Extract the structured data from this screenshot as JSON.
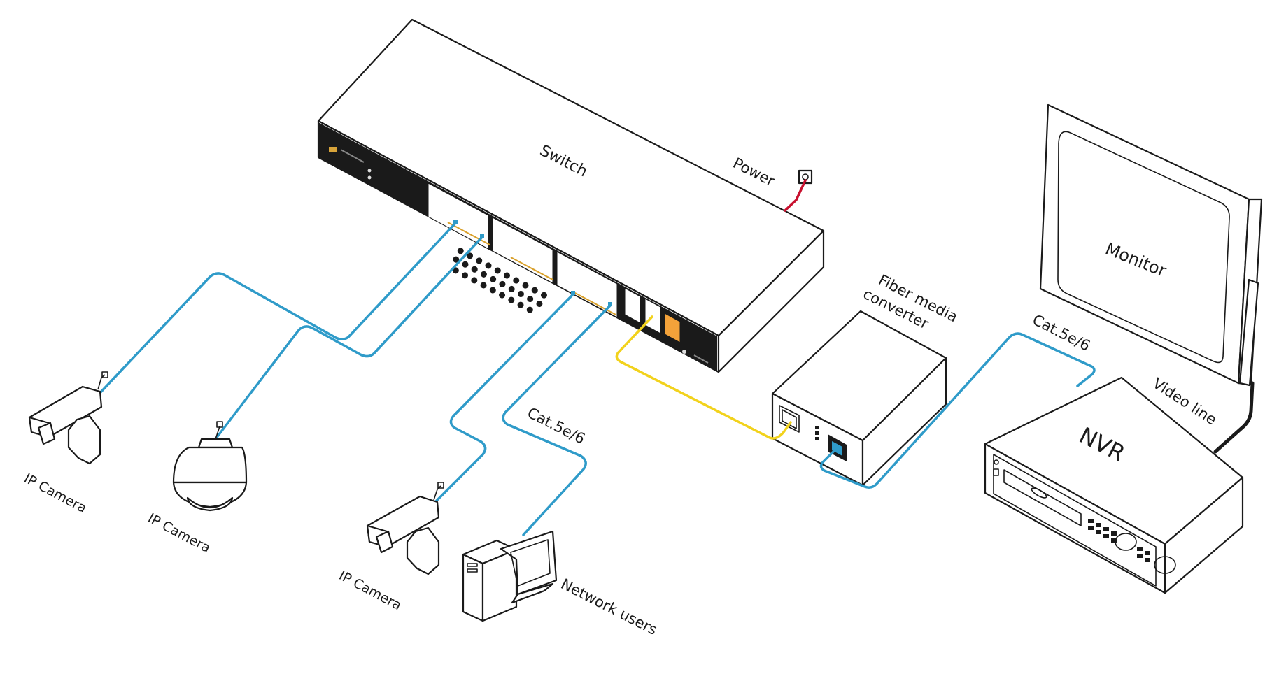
{
  "colors": {
    "ethernet_cable": "#2f9bc9",
    "fiber_cable": "#f2d21c",
    "power_cable": "#c8102e",
    "video_cable": "#1a1a1a",
    "outline": "#1a1a1a"
  },
  "labels": {
    "switch": "Switch",
    "power": "Power",
    "monitor": "Monitor",
    "fiber_line1": "Fiber media",
    "fiber_line2": "converter",
    "cat_nvr": "Cat.5e/6",
    "cat_users": "Cat.5e/6",
    "video_line": "Video line",
    "nvr": "NVR",
    "camera1": "IP Camera",
    "camera2": "IP Camera",
    "camera3": "IP Camera",
    "network_users": "Network users"
  }
}
